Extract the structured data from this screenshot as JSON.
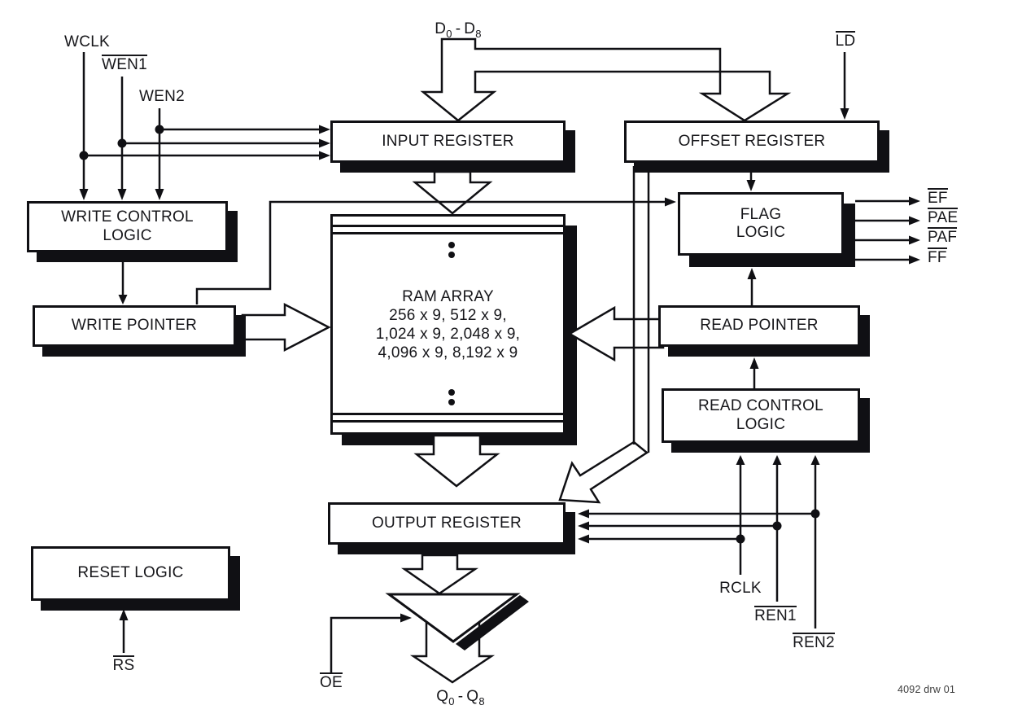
{
  "diagram": {
    "boxes": {
      "input_register": {
        "label": "INPUT REGISTER"
      },
      "offset_register": {
        "label": "OFFSET REGISTER"
      },
      "write_control_logic": {
        "line1": "WRITE CONTROL",
        "line2": "LOGIC"
      },
      "flag_logic": {
        "line1": "FLAG",
        "line2": "LOGIC"
      },
      "write_pointer": {
        "label": "WRITE POINTER"
      },
      "ram_array": {
        "title": "RAM ARRAY",
        "sizes": [
          "256 x 9, 512 x 9,",
          "1,024 x 9, 2,048 x 9,",
          "4,096 x 9, 8,192 x 9"
        ]
      },
      "read_pointer": {
        "label": "READ POINTER"
      },
      "read_control_logic": {
        "line1": "READ CONTROL",
        "line2": "LOGIC"
      },
      "output_register": {
        "label": "OUTPUT REGISTER"
      },
      "reset_logic": {
        "label": "RESET LOGIC"
      }
    },
    "signals": {
      "wclk": "WCLK",
      "wen1": "WEN1",
      "wen2": "WEN2",
      "ld": "LD",
      "d_bus": {
        "letter": "D",
        "from": "0",
        "dash": "-",
        "letter2": "D",
        "to": "8"
      },
      "ef": "EF",
      "pae": "PAE",
      "paf": "PAF",
      "ff": "FF",
      "rclk": "RCLK",
      "ren1": "REN1",
      "ren2": "REN2",
      "rs": "RS",
      "oe": "OE",
      "q_bus": {
        "letter": "Q",
        "from": "0",
        "dash": "-",
        "letter2": "Q",
        "to": "8"
      }
    },
    "footnote": "4092 drw 01",
    "colors": {
      "ink": "#101014",
      "background": "#ffffff"
    }
  }
}
